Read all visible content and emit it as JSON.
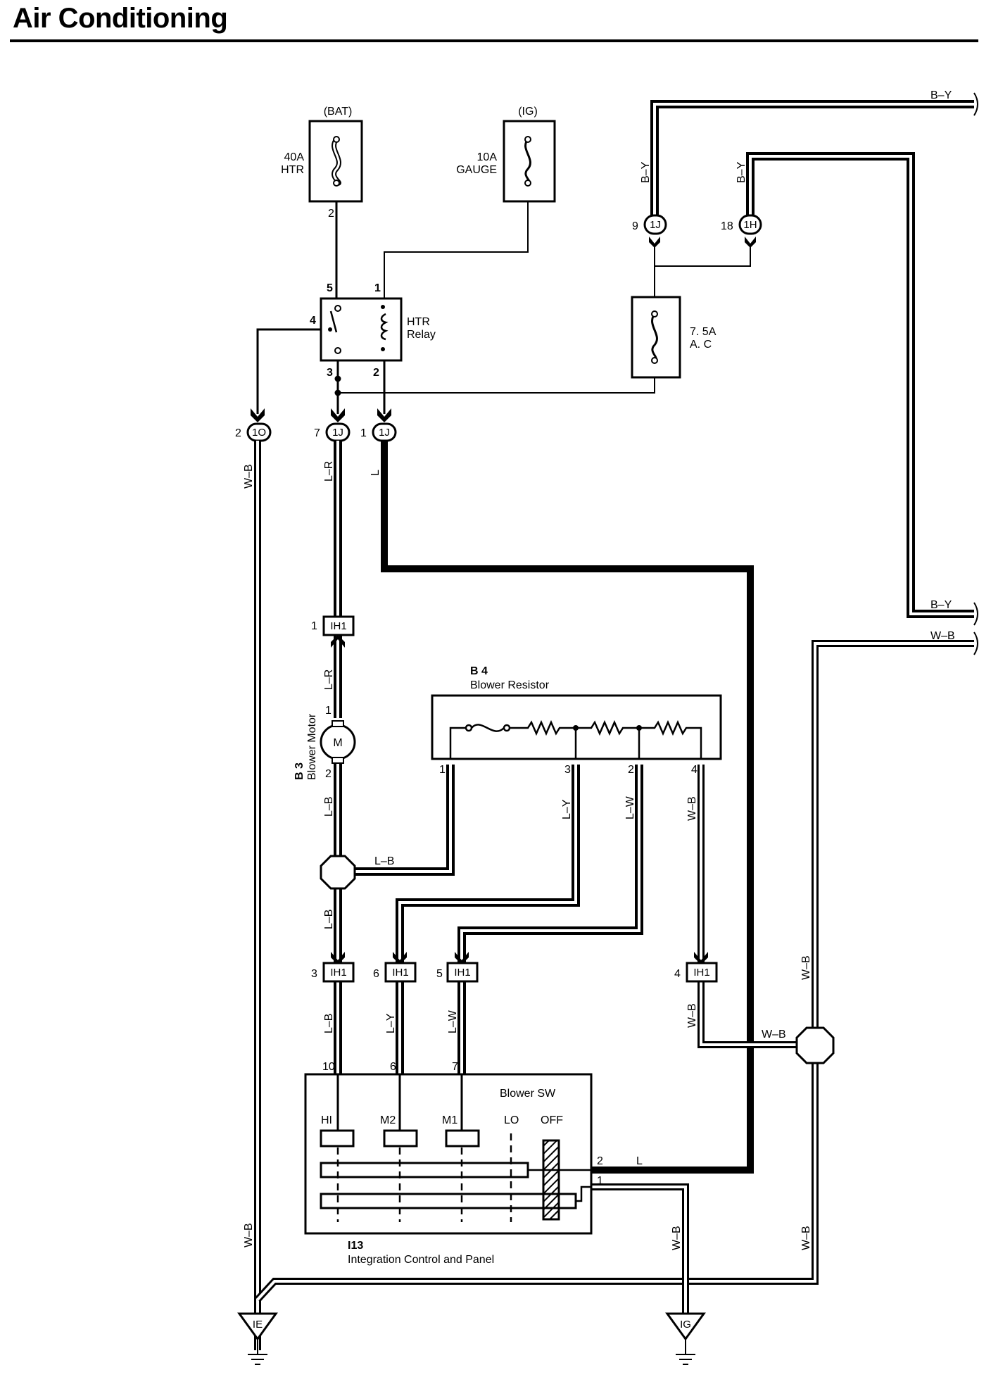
{
  "page": {
    "title": "Air Conditioning"
  },
  "fuses": {
    "htr": {
      "source": "(BAT)",
      "rating": "40A",
      "name": "HTR",
      "pin": "2"
    },
    "gauge": {
      "source": "(IG)",
      "rating": "10A",
      "name": "GAUGE"
    },
    "ac": {
      "rating": "7. 5A",
      "name": "A. C"
    }
  },
  "relay": {
    "name": "HTR",
    "name2": "Relay",
    "pins": {
      "p5": "5",
      "p1": "1",
      "p4": "4",
      "p3": "3",
      "p2": "2"
    }
  },
  "connectors": {
    "c1j_9": {
      "pin": "9",
      "id": "1J"
    },
    "c1h_18": {
      "pin": "18",
      "id": "1H"
    },
    "c1o_2": {
      "pin": "2",
      "id": "1O"
    },
    "c1j_7": {
      "pin": "7",
      "id": "1J"
    },
    "c1j_1": {
      "pin": "1",
      "id": "1J"
    },
    "ih1_1": {
      "pin": "1",
      "id": "IH1"
    },
    "ih1_3": {
      "pin": "3",
      "id": "IH1"
    },
    "ih1_6": {
      "pin": "6",
      "id": "IH1"
    },
    "ih1_5": {
      "pin": "5",
      "id": "IH1"
    },
    "ih1_4": {
      "pin": "4",
      "id": "IH1"
    }
  },
  "wires": {
    "by_top": "B–Y",
    "by_v1": "B–Y",
    "by_v2": "B–Y",
    "by_right": "B–Y",
    "wb_right": "W–B",
    "wb_left_top": "W–B",
    "lr_top": "L–R",
    "l_top": "L",
    "lr_motor": "L–R",
    "lb_motor": "L–B",
    "lb_h": "L–B",
    "lb_low": "L–B",
    "ly_res": "L–Y",
    "lw_res": "L–W",
    "wb_res": "W–B",
    "lb_sw": "L–B",
    "ly_sw": "L–Y",
    "lw_sw": "L–W",
    "wb_ih4": "W–B",
    "wb_h": "W–B",
    "wb_mid_right": "W–B",
    "wb_low_right": "W–B",
    "wb_left_low": "W–B",
    "wb_ig": "W–B",
    "l_sw": "L"
  },
  "blower_motor": {
    "code": "B 3",
    "name": "Blower Motor",
    "symbol": "M",
    "pin_top": "1",
    "pin_bottom": "2"
  },
  "blower_resistor": {
    "code": "B 4",
    "name": "Blower Resistor",
    "pins": {
      "p1": "1",
      "p3": "3",
      "p2": "2",
      "p4": "4"
    }
  },
  "blower_switch": {
    "name": "Blower SW",
    "positions": [
      "HI",
      "M2",
      "M1",
      "LO",
      "OFF"
    ],
    "pins": {
      "p10": "10",
      "p6": "6",
      "p7": "7",
      "p2": "2",
      "p1": "1"
    }
  },
  "integration_panel": {
    "code": "I13",
    "name": "Integration Control and Panel"
  },
  "grounds": {
    "ie": "IE",
    "ig": "IG"
  }
}
